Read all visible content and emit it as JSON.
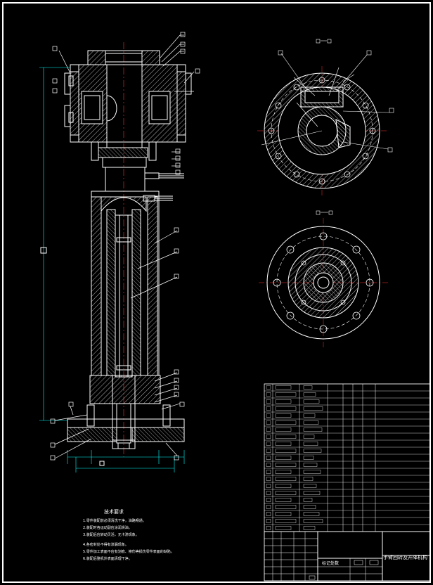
{
  "drawing": {
    "background": "#000000",
    "line_color": "#ffffff",
    "tech_requirements": {
      "title": "技术要求",
      "items": [
        "1.零件装配前必须清洗干净，油路畅通。",
        "2.装配时各运动副应涂润滑油。",
        "3.装配后应转动灵活，无卡滞现象。",
        "4.各密封处不得有渗漏现象。",
        "5.零件加工表面不应有划痕、擦伤等损伤零件表面的缺陷。",
        "6.装配后整机外表面清理干净。"
      ]
    },
    "title_block": {
      "drawing_name": "手臂回转及升降机构",
      "mark_label": "标记处数"
    }
  }
}
